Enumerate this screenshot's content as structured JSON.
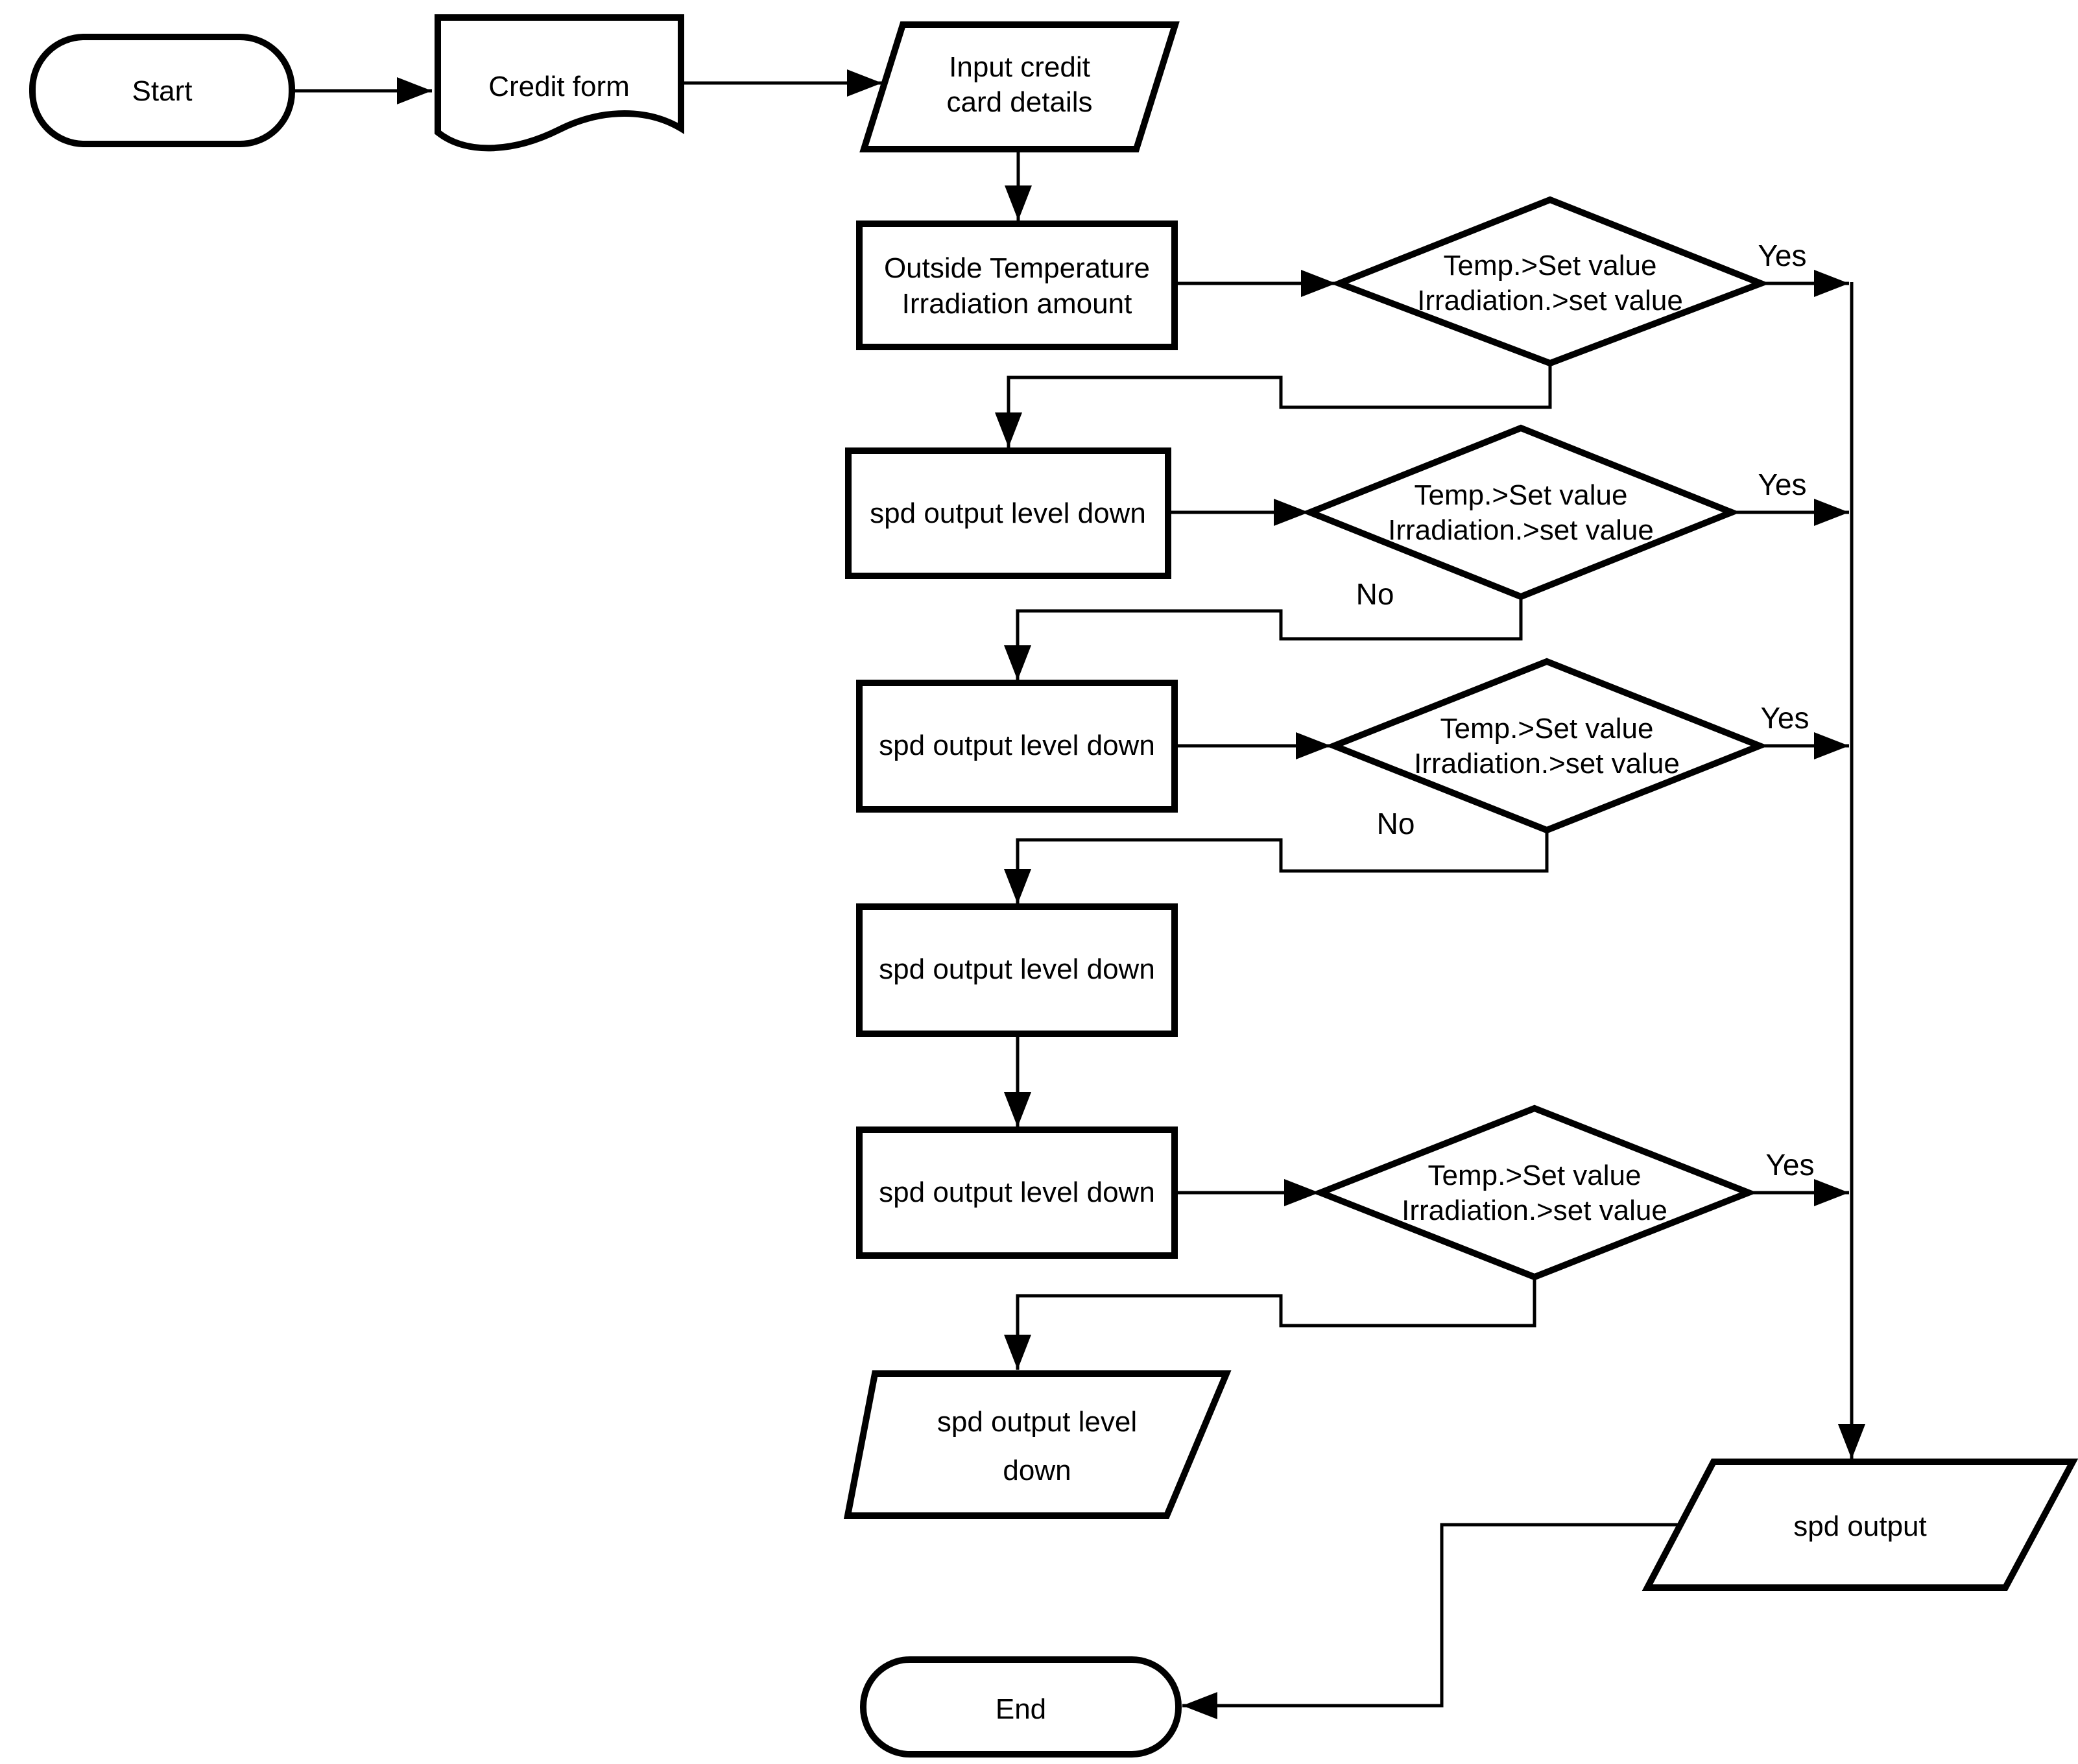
{
  "diagram": {
    "background": "#ffffff",
    "stroke_color": "#000000",
    "shape_fill": "#ffffff"
  },
  "nodes": {
    "start": {
      "label": "Start"
    },
    "credit_form": {
      "label": "Credit form"
    },
    "input_credit": {
      "line1": "Input credit",
      "line2": "card details"
    },
    "outside_temp": {
      "line1": "Outside Temperature",
      "line2": "Irradiation amount"
    },
    "decision1": {
      "line1": "Temp.>Set value",
      "line2": "Irradiation.>set value"
    },
    "spd_down1": {
      "label": "spd output level down"
    },
    "decision2": {
      "line1": "Temp.>Set value",
      "line2": "Irradiation.>set value"
    },
    "spd_down2": {
      "label": "spd output level down"
    },
    "decision3": {
      "line1": "Temp.>Set value",
      "line2": "Irradiation.>set value"
    },
    "spd_down3": {
      "label": "spd output level down"
    },
    "spd_down4": {
      "label": "spd output level down"
    },
    "decision4": {
      "line1": "Temp.>Set value",
      "line2": "Irradiation.>set value"
    },
    "spd_down_out": {
      "line1": "spd output level",
      "line2": "down"
    },
    "spd_output": {
      "label": "spd output"
    },
    "end": {
      "label": "End"
    }
  },
  "edge_labels": {
    "yes1": "Yes",
    "yes2": "Yes",
    "yes3": "Yes",
    "yes4": "Yes",
    "no1": "No",
    "no2": "No"
  }
}
